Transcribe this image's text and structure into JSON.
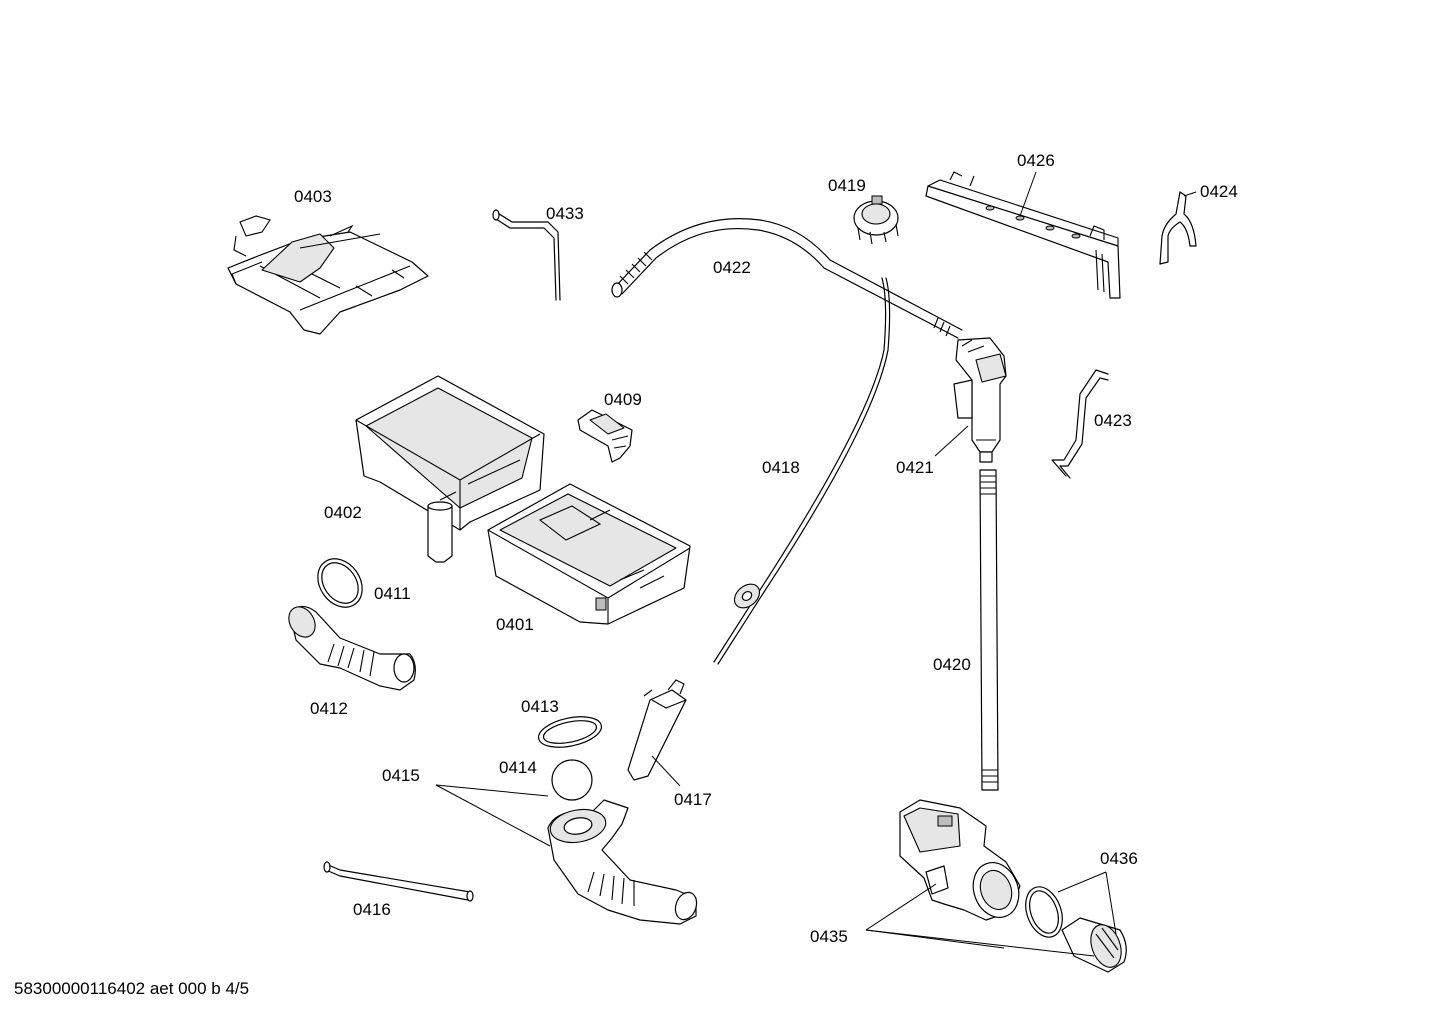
{
  "labels": {
    "p0403": "0403",
    "p0433": "0433",
    "p0422": "0422",
    "p0419": "0419",
    "p0426": "0426",
    "p0424": "0424",
    "p0409": "0409",
    "p0402": "0402",
    "p0418": "0418",
    "p0421": "0421",
    "p0423": "0423",
    "p0411": "0411",
    "p0401": "0401",
    "p0412": "0412",
    "p0420": "0420",
    "p0413": "0413",
    "p0414": "0414",
    "p0415": "0415",
    "p0417": "0417",
    "p0416": "0416",
    "p0436": "0436",
    "p0435": "0435"
  },
  "footer": "58300000116402 aet 000 b 4/5"
}
